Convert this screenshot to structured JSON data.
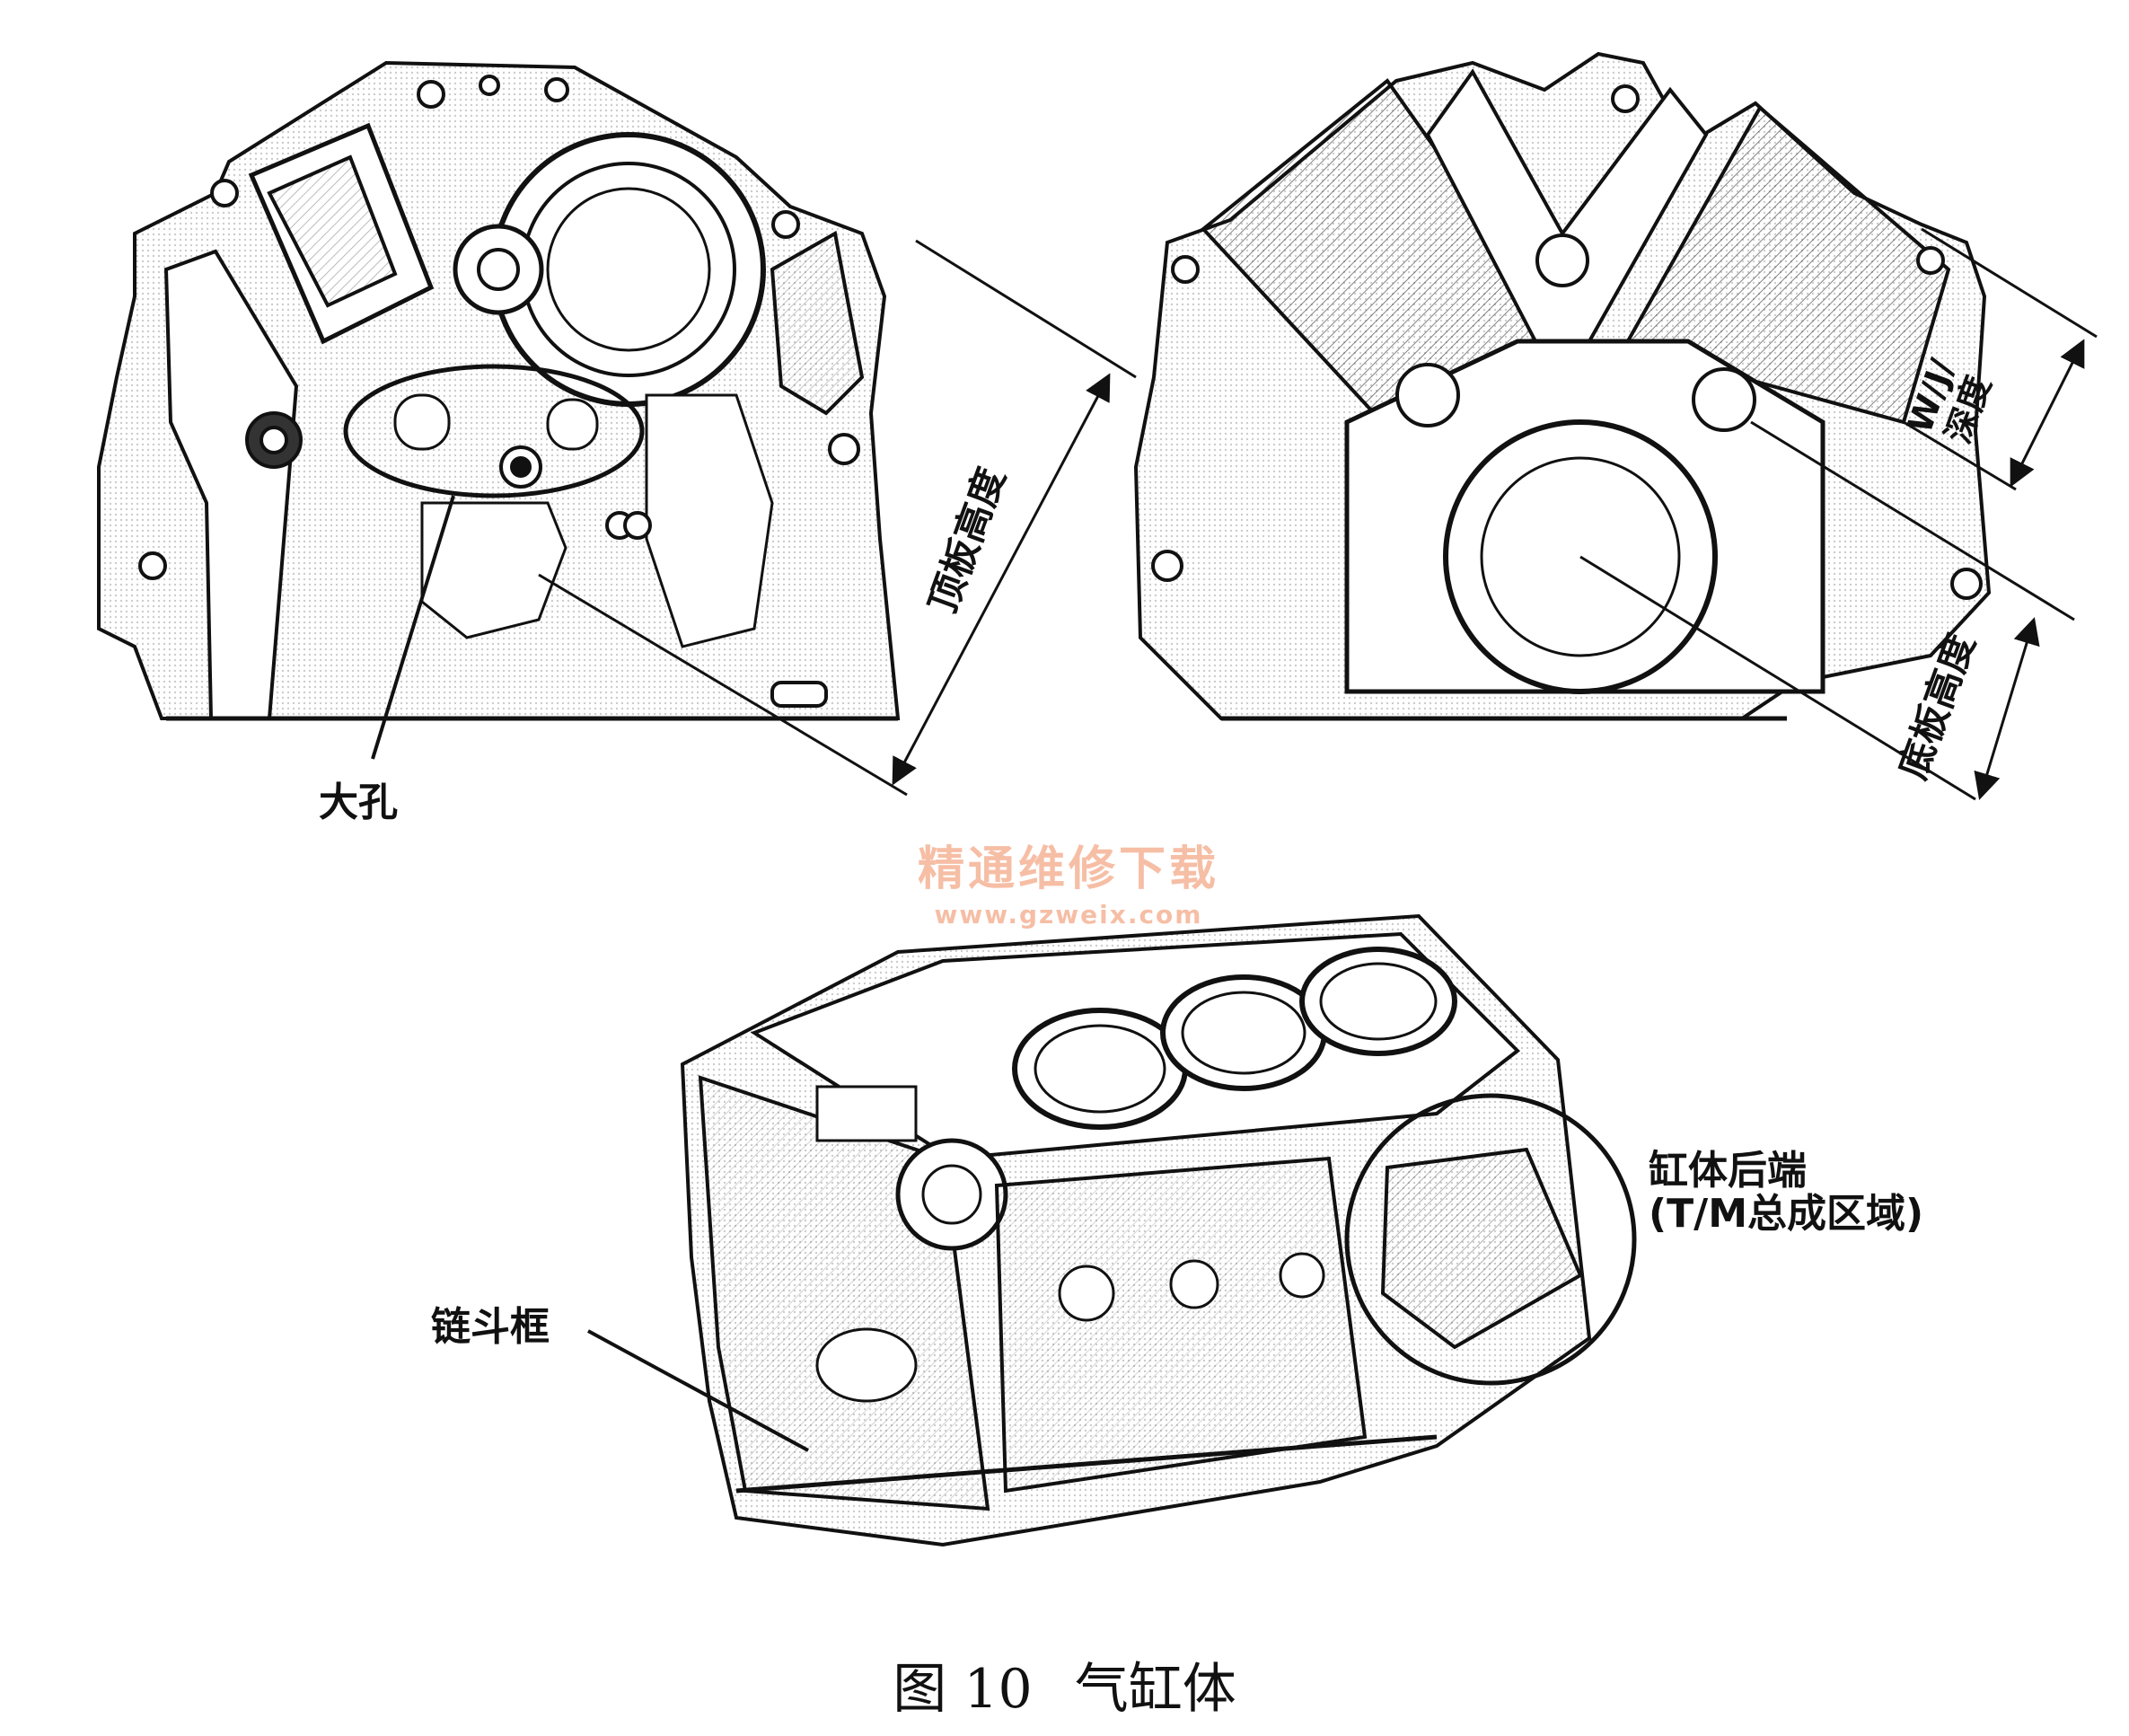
{
  "figure": {
    "caption_number": "图 10",
    "caption_title": "气缸体"
  },
  "labels": {
    "big_hole": "大孔",
    "rear_end_line1": "缸体后端",
    "rear_end_line2": "(T/M总成区域)",
    "chain_case_frame": "链斗框"
  },
  "dimensions": {
    "top_deck_height": "顶板高度",
    "bottom_deck_height": "底板高度",
    "wj_depth_line1": "W/J/",
    "wj_depth_line2": "深度"
  },
  "watermark": {
    "site_name": "精通维修下载",
    "url": "www.gzweix.com",
    "color": "#f08a5d"
  }
}
